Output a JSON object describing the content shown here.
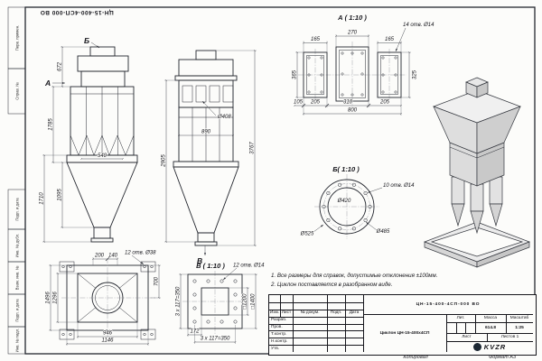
{
  "doc": {
    "number": "ЦН-15-400-4СП-000 ВО",
    "title": "Циклон ЦН-15-400х4СП",
    "mass": "614.8",
    "scale": "1:25",
    "sheets_value": "1"
  },
  "stamps": {
    "top_number": "ЦН-15-400-4СП-000 ВО",
    "copied": "Копировал",
    "format": "Формат А3"
  },
  "margin_labels": [
    "Перв. примен.",
    "Справ. №",
    "Подп. и дата",
    "Инв. № дубл.",
    "Взам. инв. №",
    "Подп. и дата",
    "Инв. № подл."
  ],
  "notes": [
    "1. Все размеры для справок, допустимые отклонения ±100мм.",
    "2. Циклон поставляется в разобранном виде."
  ],
  "title_block": {
    "header_cols": [
      "Изм.",
      "Лист",
      "№ докум.",
      "Подп.",
      "Дата"
    ],
    "roles": [
      "Разраб.",
      "Пров.",
      "Т.контр.",
      "Н.контр.",
      "Утв."
    ],
    "lit_label": "Лит.",
    "mass_label": "Масса",
    "scale_label": "Масштаб",
    "sheet_label": "Лист",
    "sheets_label": "Листов",
    "logo": "KVZR"
  },
  "views": {
    "front": {
      "section_label_top": "Б",
      "section_label_left": "А",
      "dim_672": "672",
      "dim_1785": "1785",
      "dim_1095": "1095",
      "dim_1710": "1710",
      "dim_540": "540"
    },
    "side": {
      "section_label_bottom": "В",
      "dim_d408": "Ø408",
      "dim_890": "890",
      "dim_2905": "2905",
      "dim_3767": "3767"
    },
    "section_a": {
      "title": "А ( 1:10 )",
      "callout_holes": "14 отв. Ø14",
      "dim_270": "270",
      "dim_165_left": "165",
      "dim_165_right": "165",
      "dim_365": "365",
      "dim_325": "325",
      "dim_105": "105",
      "dim_205_left": "205",
      "dim_310": "310",
      "dim_205_right": "205",
      "dim_800": "800"
    },
    "section_b": {
      "title": "Б( 1:10 )",
      "callout_holes": "10 отв. Ø14",
      "dim_d420": "Ø420",
      "dim_d525": "Ø525",
      "dim_d485": "Ø485"
    },
    "base": {
      "callout_holes": "12 отв. Ø38",
      "dim_200": "200",
      "dim_140": "140",
      "dim_700": "700",
      "dim_1496": "1496",
      "dim_1296": "1296",
      "dim_946": "946",
      "dim_1146": "1146"
    },
    "section_v": {
      "title": "В ( 1:10 )",
      "callout_holes": "12 отв. Ø14",
      "dim_172": "172",
      "dim_350_bottom": "3 x 117=350",
      "dim_350_left": "3 x 117=350",
      "dim_sq1200": "□1200",
      "dim_sq1400": "□1400"
    }
  }
}
